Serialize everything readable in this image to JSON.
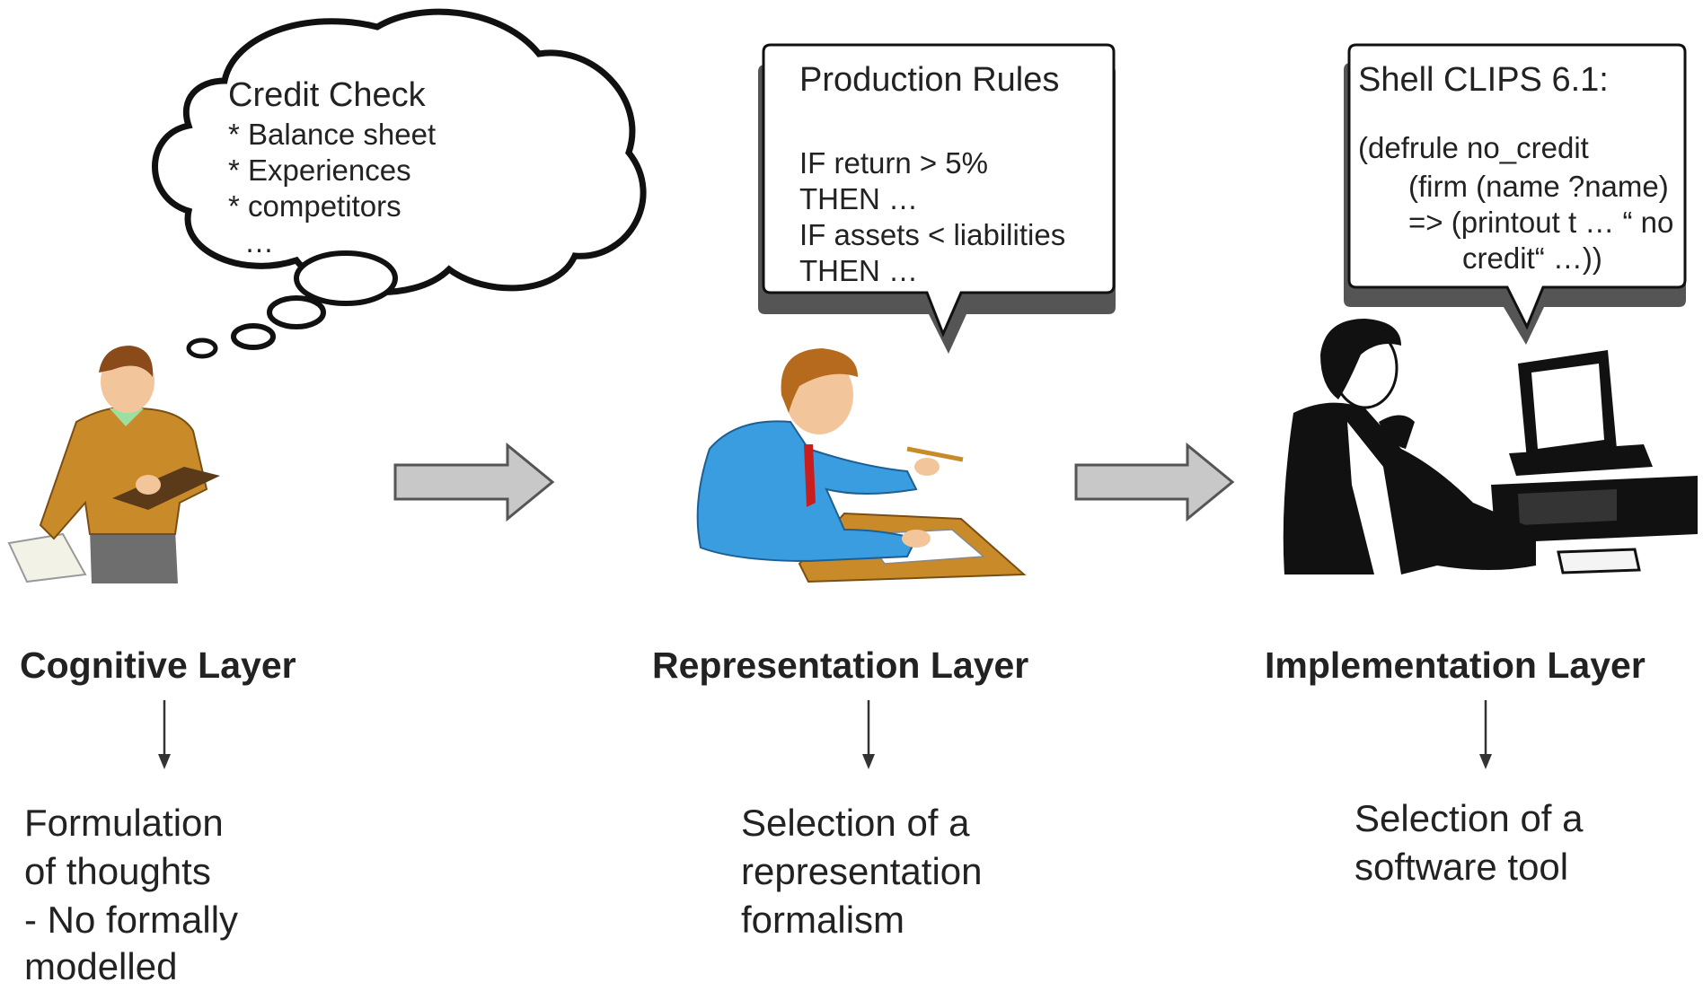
{
  "cognitive": {
    "bubble_title": "Credit Check",
    "bubble_lines": [
      "* Balance sheet",
      "* Experiences",
      "* competitors",
      "…"
    ],
    "layer_title": "Cognitive Layer",
    "description": [
      "Formulation",
      "of thoughts",
      "- No formally",
      "modelled"
    ]
  },
  "representation": {
    "bubble_title": "Production Rules",
    "bubble_lines": [
      "IF return > 5%",
      "THEN …",
      "IF  assets < liabilities",
      "THEN …"
    ],
    "layer_title": "Representation  Layer",
    "description": [
      "Selection of a",
      "representation",
      "formalism"
    ]
  },
  "implementation": {
    "bubble_title": "Shell CLIPS 6.1:",
    "bubble_lines": [
      "(defrule  no_credit",
      "(firm (name ?name)",
      "=> (printout t … “ no",
      "credit“ …))"
    ],
    "layer_title": "Implementation Layer",
    "description": [
      "Selection of a",
      "software tool"
    ]
  },
  "colors": {
    "arrow_fill": "#c8c8c8",
    "arrow_stroke": "#555555",
    "sweater": "#c98a2a",
    "shirt_blue": "#3a9de0",
    "desk": "#c98a2a"
  }
}
